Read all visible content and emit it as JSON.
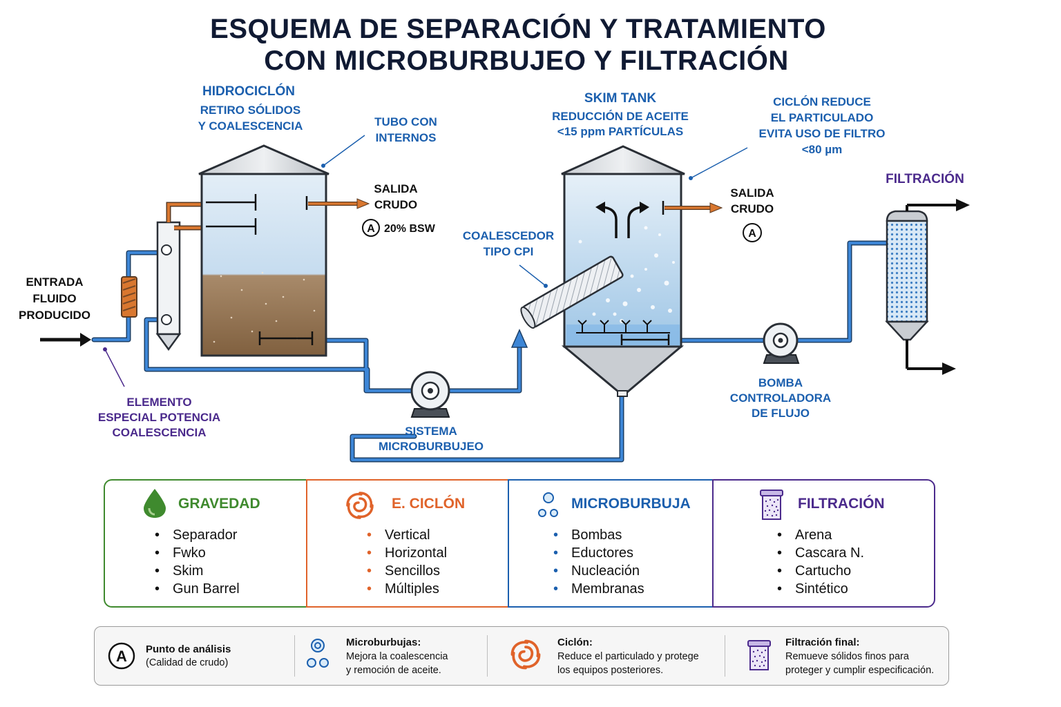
{
  "title": {
    "line1": "ESQUEMA DE SEPARACIÓN Y TRATAMIENTO",
    "line2": "CON MICROBURBUJEO Y FILTRACIÓN"
  },
  "labels": {
    "hidrociclon": "HIDROCICLÓN",
    "retiro_1": "RETIRO SÓLIDOS",
    "retiro_2": "Y COALESCENCIA",
    "tubo_1": "TUBO CON",
    "tubo_2": "INTERNOS",
    "salida1_1": "SALIDA",
    "salida1_2": "CRUDO",
    "bsw": "20% BSW",
    "point_a": "A",
    "entrada_1": "ENTRADA",
    "entrada_2": "FLUIDO",
    "entrada_3": "PRODUCIDO",
    "elemento_1": "ELEMENTO",
    "elemento_2": "ESPECIAL POTENCIA",
    "elemento_3": "COALESCENCIA",
    "sistema_1": "SISTEMA",
    "sistema_2": "MICROBURBUJEO",
    "coalescedor_1": "COALESCEDOR",
    "coalescedor_2": "TIPO CPI",
    "skim_title": "SKIM TANK",
    "skim_1": "REDUCCIÓN DE ACEITE",
    "skim_2": "<15 ppm PARTÍCULAS",
    "ciclon_1": "CICLÓN REDUCE",
    "ciclon_2": "EL PARTICULADO",
    "ciclon_3": "EVITA USO DE FILTRO",
    "ciclon_4": "<80 µm",
    "salida2_1": "SALIDA",
    "salida2_2": "CRUDO",
    "filtracion": "FILTRACIÓN",
    "bomba_1": "BOMBA",
    "bomba_2": "CONTROLADORA",
    "bomba_3": "DE FLUJO"
  },
  "cards": [
    {
      "title": "GRAVEDAD",
      "color": "#3f8a2e",
      "icon": "drop-icon",
      "items": [
        "Separador",
        "Fwko",
        "Skim",
        "Gun Barrel"
      ]
    },
    {
      "title": "E. CICLÓN",
      "color": "#e0632a",
      "icon": "swirl-icon",
      "items": [
        "Vertical",
        "Horizontal",
        "Sencillos",
        "Múltiples"
      ]
    },
    {
      "title": "MICROBURBUJA",
      "color": "#1b5fae",
      "icon": "bubbles-icon",
      "items": [
        "Bombas",
        "Eductores",
        "Nucleación",
        "Membranas"
      ]
    },
    {
      "title": "FILTRACIÓN",
      "color": "#4b2a8c",
      "icon": "filter-icon",
      "items": [
        "Arena",
        "Cascara N.",
        "Cartucho",
        "Sintético"
      ]
    }
  ],
  "legend": [
    {
      "icon": "analysis-point-icon",
      "symbol": "A",
      "title": "Punto de análisis",
      "text": "(Calidad de crudo)"
    },
    {
      "icon": "bubbles-icon",
      "title": "Microburbujas:",
      "text1": "Mejora la coalescencia",
      "text2": "y remoción de aceite."
    },
    {
      "icon": "swirl-icon",
      "title": "Ciclón:",
      "text1": "Reduce el particulado y protege",
      "text2": "los equipos posteriores."
    },
    {
      "icon": "filter-icon",
      "title": "Filtración final:",
      "text1": "Remueve sólidos finos para",
      "text2": "proteger y cumplir especificación."
    }
  ],
  "colors": {
    "pipe_blue": "#2b6cb8",
    "pipe_orange": "#d9772f",
    "title_dark": "#101a33",
    "label_blue": "#1b5fae",
    "label_purple": "#4b2a8c",
    "sludge_brown": "#8f6a48"
  }
}
